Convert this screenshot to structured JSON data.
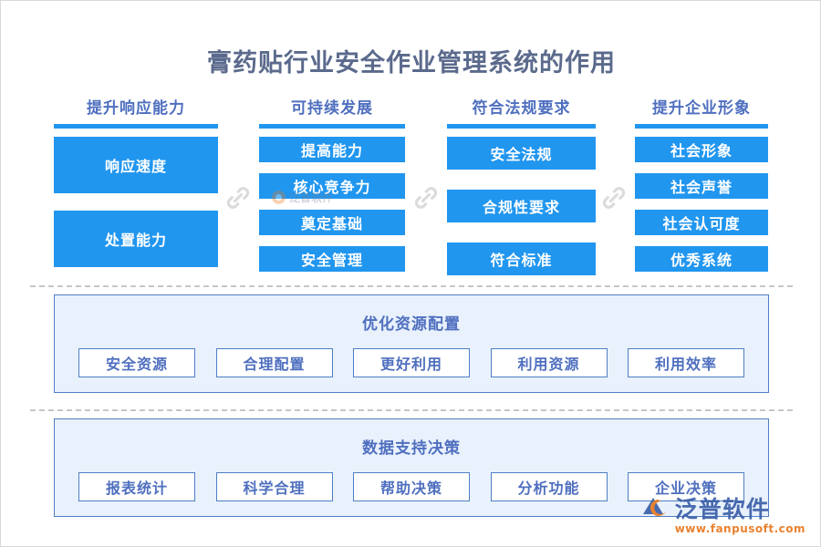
{
  "page": {
    "title": "膏药贴行业安全作业管理系统的作用"
  },
  "colors": {
    "accent_blue": "#2196ef",
    "header_text": "#4f6fbf",
    "panel_bg": "#e8f1fc",
    "panel_border": "#4f7fc4",
    "title_text": "#5b6a8c",
    "divider": "#c6c6c6",
    "brand_orange": "#e8781f",
    "brand_blue": "#3b5fa8"
  },
  "columns": [
    {
      "header": "提升响应能力",
      "items": [
        "响应速度",
        "处置能力"
      ]
    },
    {
      "header": "可持续发展",
      "items": [
        "提高能力",
        "核心竞争力",
        "奠定基础",
        "安全管理"
      ]
    },
    {
      "header": "符合法规要求",
      "items": [
        "安全法规",
        "合规性要求",
        "符合标准"
      ]
    },
    {
      "header": "提升企业形象",
      "items": [
        "社会形象",
        "社会声誉",
        "社会认可度",
        "优秀系统"
      ]
    }
  ],
  "connectors": [
    {
      "icon": "chain-link-icon"
    },
    {
      "icon": "chain-link-icon"
    },
    {
      "icon": "chain-link-icon"
    }
  ],
  "panels": [
    {
      "title": "优化资源配置",
      "chips": [
        "安全资源",
        "合理配置",
        "更好利用",
        "利用资源",
        "利用效率"
      ]
    },
    {
      "title": "数据支持决策",
      "chips": [
        "报表统计",
        "科学合理",
        "帮助决策",
        "分析功能",
        "企业决策"
      ]
    }
  ],
  "watermark": {
    "text": "泛普软件"
  },
  "brand": {
    "name": "泛普软件",
    "url": "www.fanpusoft.com"
  }
}
